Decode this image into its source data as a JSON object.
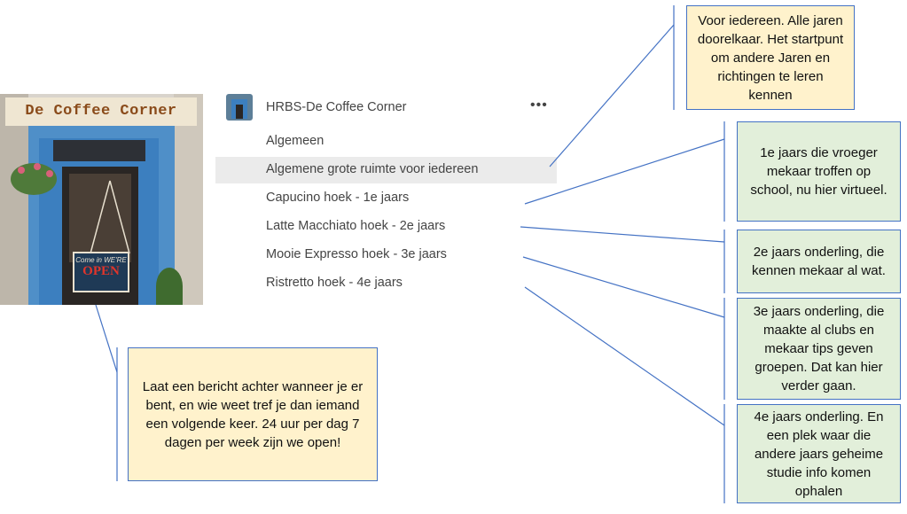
{
  "photo": {
    "sign_text": "De Coffee Corner",
    "open_sign_small": "Come in WE'RE",
    "open_sign_big": "OPEN"
  },
  "team": {
    "name": "HRBS-De Coffee Corner",
    "more_label": "•••"
  },
  "channels": [
    {
      "label": "Algemeen",
      "active": false
    },
    {
      "label": "Algemene grote ruimte voor iedereen",
      "active": true
    },
    {
      "label": "Capucino hoek - 1e jaars",
      "active": false
    },
    {
      "label": "Latte Macchiato hoek - 2e jaars",
      "active": false
    },
    {
      "label": "Mooie Expresso hoek - 3e jaars",
      "active": false
    },
    {
      "label": "Ristretto hoek - 4e jaars",
      "active": false
    }
  ],
  "callouts": {
    "general": "Voor iedereen. Alle jaren doorelkaar. Het startpunt om andere Jaren en richtingen te leren kennen",
    "year1": "1e jaars die vroeger mekaar troffen op school, nu hier virtueel.",
    "year2": "2e jaars onderling, die kennen mekaar al wat.",
    "year3": "3e jaars onderling, die maakte al clubs en mekaar tips geven groepen. Dat kan hier verder gaan.",
    "year4": "4e jaars onderling. En een plek waar die andere jaars geheime studie info komen ophalen",
    "photo_note": "Laat een bericht achter wanneer je er bent, en wie weet tref je dan iemand een volgende keer. 24 uur per dag 7 dagen per week zijn we open!"
  },
  "colors": {
    "connector": "#4472c4",
    "yellow_callout": "#fff2cc",
    "green_callout": "#e2efda",
    "active_channel": "#ebebeb"
  }
}
